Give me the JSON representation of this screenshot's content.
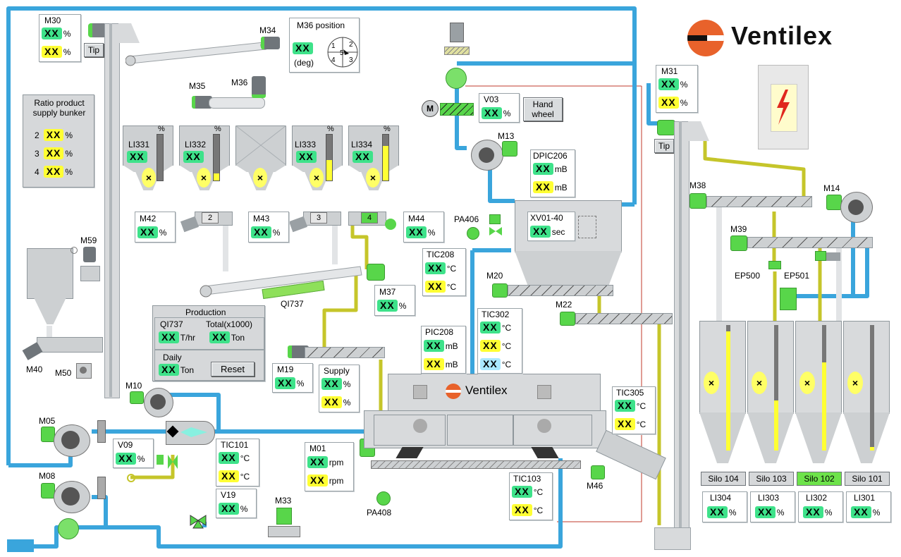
{
  "logo": {
    "name": "Ventilex"
  },
  "drum_logo": "Ventilex",
  "ph": "XX",
  "u": {
    "pct": "%",
    "deg": "(deg)",
    "mb": "mB",
    "sec": "sec",
    "degc": "°C",
    "thr": "T/hr",
    "ton": "Ton",
    "rpm": "rpm"
  },
  "labels": {
    "m30": "M30",
    "m31": "M31",
    "m34": "M34",
    "m35": "M35",
    "m36": "M36",
    "m59": "M59",
    "m40": "M40",
    "m50": "M50",
    "m10": "M10",
    "m05": "M05",
    "m08": "M08",
    "m13": "M13",
    "m14": "M14",
    "m19": "M19",
    "m20": "M20",
    "m22": "M22",
    "m33": "M33",
    "m37": "M37",
    "m38": "M38",
    "m39": "M39",
    "m42": "M42",
    "m43": "M43",
    "m44": "M44",
    "m46": "M46",
    "m01": "M01",
    "v03": "V03",
    "v09": "V09",
    "v19": "V19",
    "li331": "LI331",
    "li332": "LI332",
    "li333": "LI333",
    "li334": "LI334",
    "dpic206": "DPIC206",
    "xv0140": "XV01-40",
    "pa406": "PA406",
    "pa408": "PA408",
    "tic208": "TIC208",
    "tic302": "TIC302",
    "pic208": "PIC208",
    "tic305": "TIC305",
    "tic101": "TIC101",
    "tic103": "TIC103",
    "qi737": "QI737",
    "supply": "Supply",
    "ep500": "EP500",
    "ep501": "EP501",
    "m36pos": "M36 position",
    "ratio_title": "Ratio product supply bunker",
    "production": "Production",
    "qi737b": "QI737",
    "total": "Total(x1000)",
    "daily": "Daily",
    "li304": "LI304",
    "li303": "LI303",
    "li302": "LI302",
    "li301": "LI301",
    "feeder2": "2",
    "feeder3": "3",
    "feeder4": "4",
    "ratio2": "2",
    "ratio3": "3",
    "ratio4": "4",
    "m_motor": "M",
    "dial": [
      "1",
      "2",
      "3",
      "4",
      "5"
    ],
    "pct_unit": "%"
  },
  "buttons": {
    "tip1": "Tip",
    "tip2": "Tip",
    "hand_wheel": "Hand\nwheel",
    "reset": "Reset"
  },
  "silos": [
    {
      "label": "Silo 104",
      "active": false,
      "level": 0.95
    },
    {
      "label": "Silo 103",
      "active": false,
      "level": 0.4
    },
    {
      "label": "Silo 102",
      "active": true,
      "level": 0.7
    },
    {
      "label": "Silo 101",
      "active": false,
      "level": 0.03
    }
  ],
  "bunkers": [
    {
      "tag": "LI331",
      "level": 0.0
    },
    {
      "tag": "LI332",
      "level": 0.15
    },
    {
      "tag": "",
      "level": 0.0
    },
    {
      "tag": "LI333",
      "level": 0.45
    },
    {
      "tag": "LI334",
      "level": 0.75
    }
  ],
  "colors": {
    "water": "#3aa5dc",
    "product": "#c5c52a",
    "motor": "#58d64a",
    "silo": "#e0e0e0"
  }
}
